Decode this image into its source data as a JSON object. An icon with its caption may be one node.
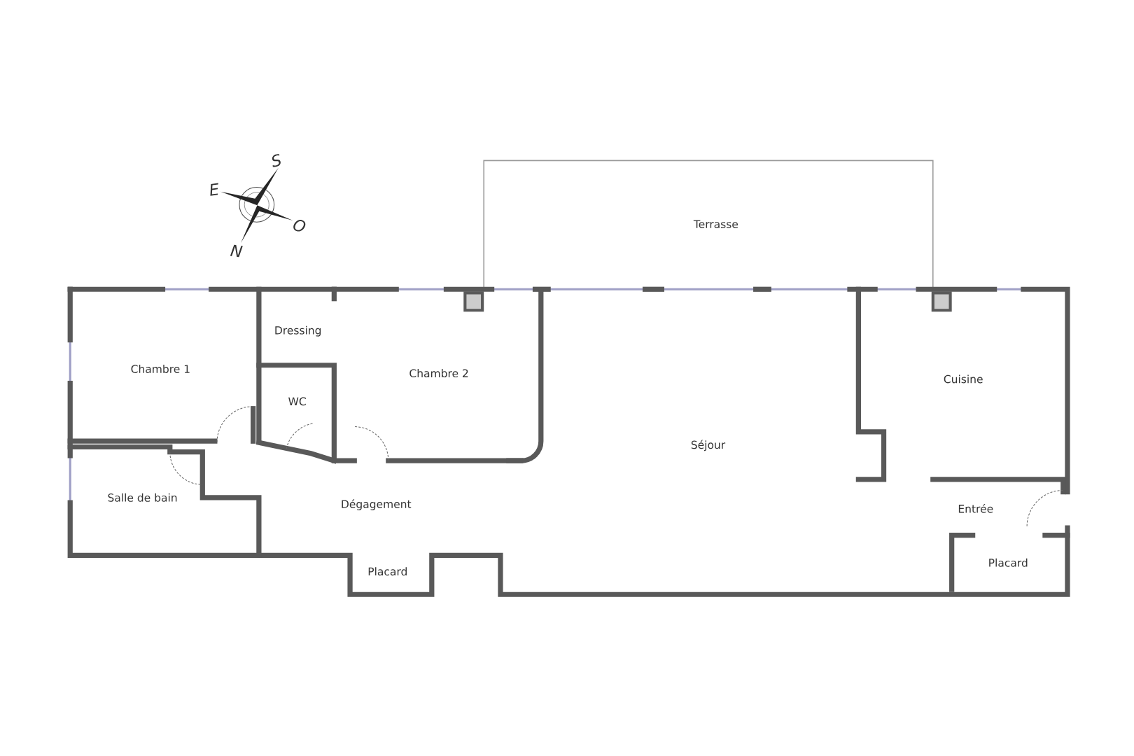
{
  "diagram": {
    "labels": [
      "S",
      "E",
      "O",
      "N",
      "Terrasse",
      "Dressing",
      "Chambre 1",
      "Chambre 2",
      "Cuisine",
      "WC",
      "Séjour",
      "Salle de bain",
      "Dégagement",
      "Entrée",
      "Placard",
      "Placard"
    ]
  }
}
